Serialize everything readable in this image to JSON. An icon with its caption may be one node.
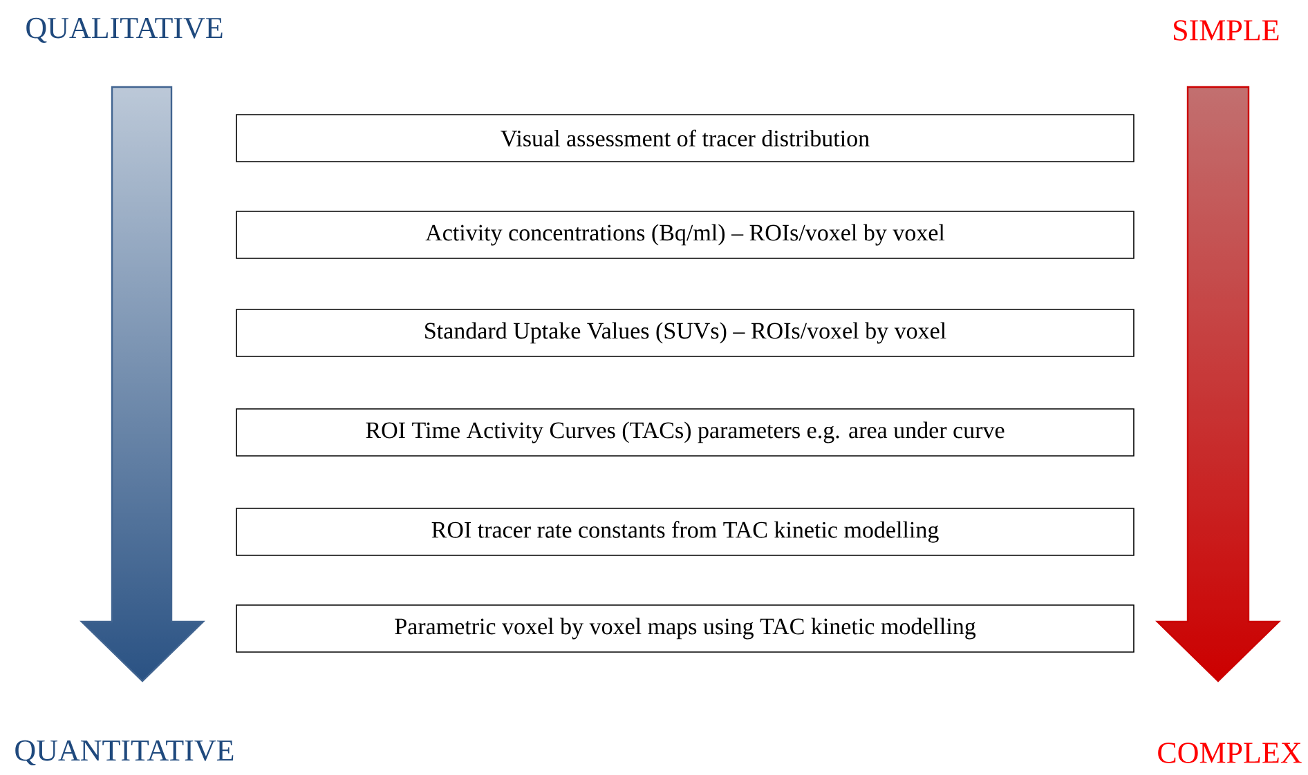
{
  "diagram": {
    "nodes": [
      {
        "text": [
          "Visual assessment of tracer distribution"
        ]
      },
      {
        "text": [
          "Activity concentrations (Bq/ml) – ROIs/voxel by voxel"
        ]
      },
      {
        "text": [
          "Standard Uptake Values (SUVs) – ROIs/voxel by voxel"
        ]
      },
      {
        "text": [
          "ROI Time Activity Curves (TACs) parameters e.g. area under curve"
        ]
      },
      {
        "text": [
          "ROI tracer rate constants from TAC kinetic modelling"
        ]
      },
      {
        "text": [
          "Parametric voxel by voxel maps using TAC kinetic modelling"
        ]
      }
    ],
    "labels": [
      "QUALITATIVE",
      "SIMPLE",
      "QUANTITATIVE",
      "COMPLEX"
    ]
  }
}
